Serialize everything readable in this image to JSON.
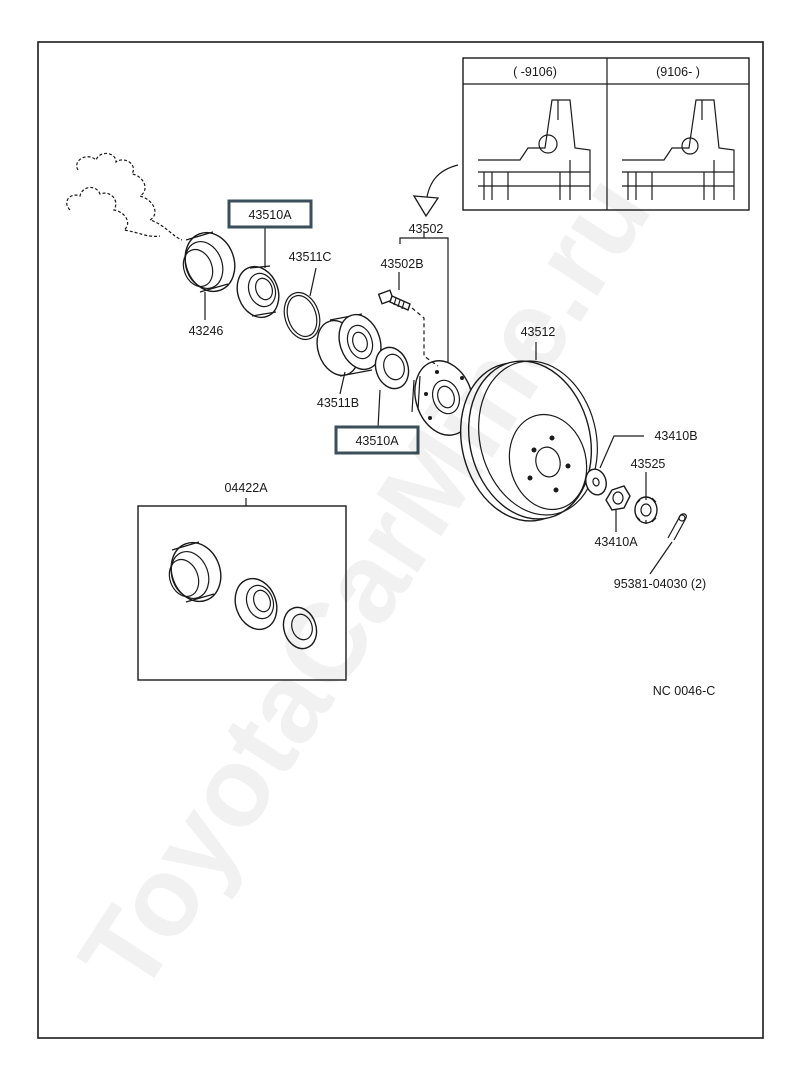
{
  "labels": {
    "p43510A_top": "43510A",
    "p43510A_bottom": "43510A",
    "p43246": "43246",
    "p43511C": "43511C",
    "p43511B": "43511B",
    "p43502": "43502",
    "p43502B": "43502B",
    "p43512": "43512",
    "p43410B": "43410B",
    "p43525": "43525",
    "p43410A": "43410A",
    "p95381": "95381-04030 (2)",
    "p04422A": "04422A",
    "diagram_code": "NC 0046-C"
  },
  "inset": {
    "col_left": "(     -9106)",
    "col_right": "(9106-     )"
  },
  "watermark": "ToyotaCarMine.ru",
  "colors": {
    "highlight_border": "#3a4f5a",
    "line": "#1a1a1a"
  }
}
